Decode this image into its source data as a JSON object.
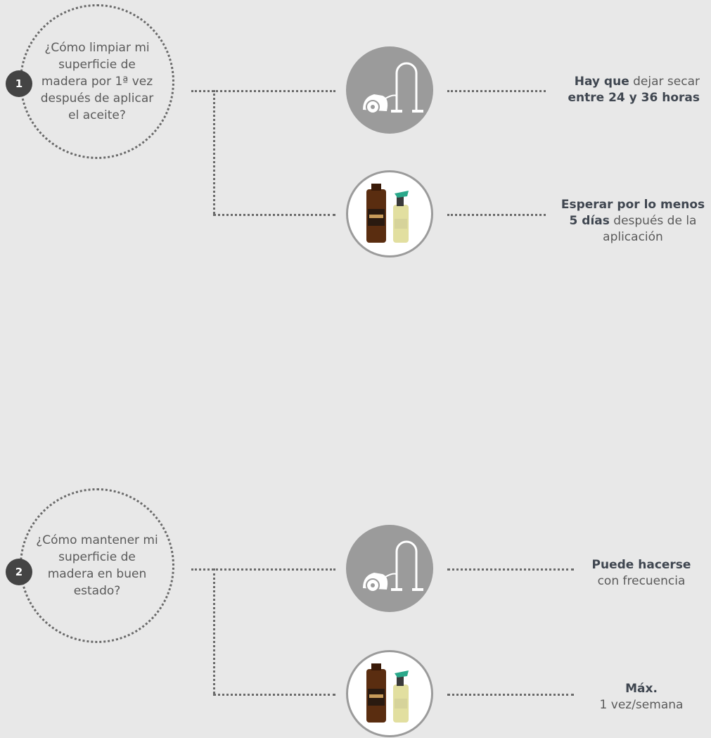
{
  "sections": [
    {
      "number": "1",
      "question": "¿Cómo limpiar mi superficie de madera por 1ª vez después de aplicar el aceite?",
      "answers": [
        {
          "icon": "vacuum-cleaner-icon",
          "bold1": "Hay que",
          "text1": " dejar secar",
          "bold2": "entre 24 y 36 horas",
          "text2": ""
        },
        {
          "icon": "cleaning-products-icon",
          "bold1": "Esperar por lo menos",
          "text1": "",
          "bold2": "5 días",
          "text2": " después de la aplicación"
        }
      ]
    },
    {
      "number": "2",
      "question": "¿Cómo mantener mi superficie de madera en buen estado?",
      "answers": [
        {
          "icon": "vacuum-cleaner-icon",
          "bold1": "Puede hacerse",
          "text1": "",
          "bold2": "",
          "text2": "con frecuencia"
        },
        {
          "icon": "cleaning-products-icon",
          "bold1": "Máx.",
          "text1": "",
          "bold2": "",
          "text2": "1 vez/semana"
        }
      ]
    }
  ]
}
